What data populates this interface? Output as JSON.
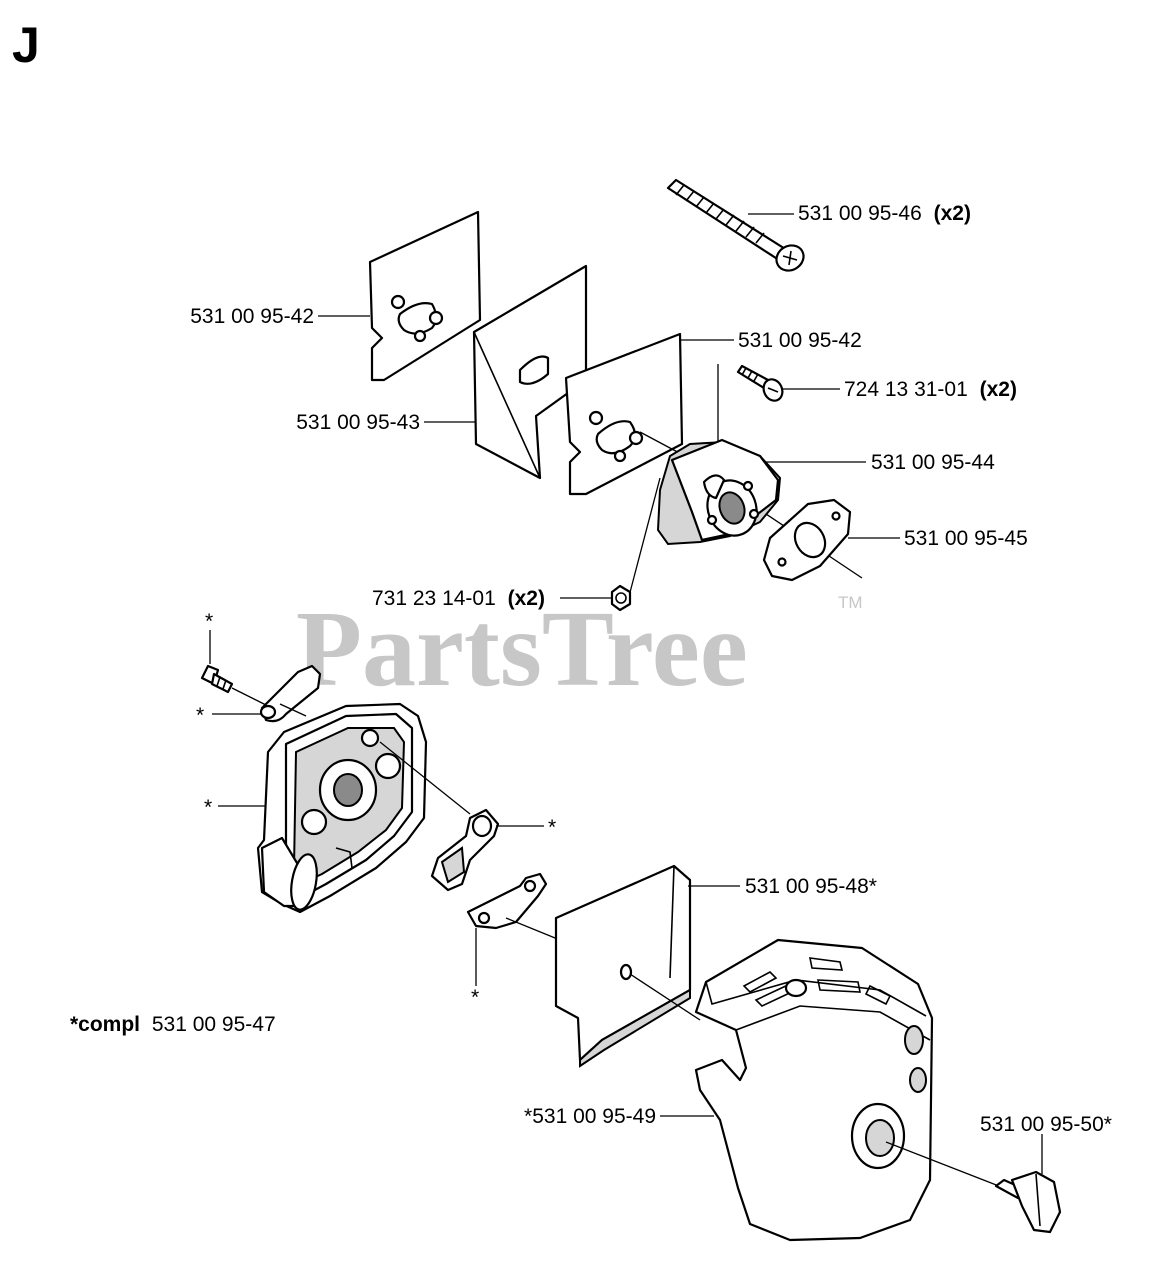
{
  "section_letter": "J",
  "watermark": {
    "text": "PartsTree",
    "trademark": "TM"
  },
  "labels": {
    "screw_long": {
      "part": "531 00 95-46",
      "qty": "(x2)"
    },
    "gasket_left": {
      "part": "531 00 95-42"
    },
    "heat_shield": {
      "part": "531 00 95-43"
    },
    "gasket_right": {
      "part": "531 00 95-42"
    },
    "small_screw": {
      "part": "724 13 31-01",
      "qty": "(x2)"
    },
    "intake_flange": {
      "part": "531 00 95-44"
    },
    "flange_gasket": {
      "part": "531 00 95-45"
    },
    "nut": {
      "part": "731 23 14-01",
      "qty": "(x2)"
    },
    "star_screw": {
      "text": "*"
    },
    "star_lever": {
      "text": "*"
    },
    "star_housing": {
      "text": "*"
    },
    "star_choke": {
      "text": "*"
    },
    "star_bracket": {
      "text": "*"
    },
    "filter": {
      "part": "531 00 95-48*"
    },
    "filter_cover": {
      "part": "*531 00 95-49"
    },
    "knob": {
      "part": "531 00 95-50*"
    },
    "compl_note": {
      "prefix": "*compl",
      "part": "531 00 95-47"
    }
  }
}
